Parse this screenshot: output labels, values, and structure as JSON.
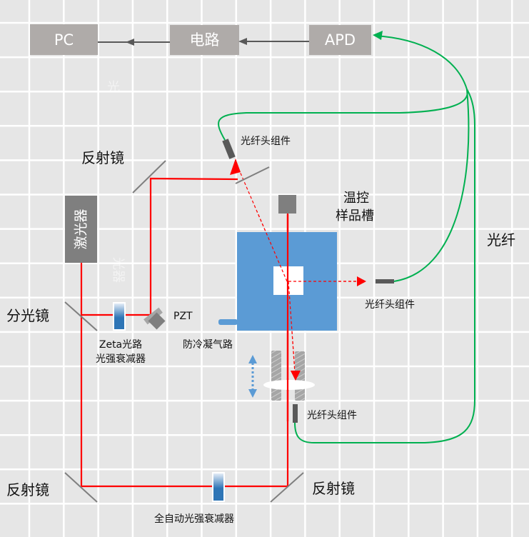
{
  "colors": {
    "background": "#e6e6e6",
    "grid": "#ffffff",
    "box_gray": "#afaba9",
    "laser_box": "#7f7f7f",
    "beam": "#ff0000",
    "fiber": "#00b050",
    "sample_holder": "#5b9bd5",
    "mirror": "#7f7f7f",
    "arrow_gray": "#595959",
    "fiber_head": "#595959",
    "attenuator_top": "#dde8f5",
    "attenuator_bottom": "#2e75b6"
  },
  "signal_chain": {
    "pc": "PC",
    "circuit": "电路",
    "apd": "APD"
  },
  "components": {
    "laser": "激光器",
    "beam_splitter": "分光镜",
    "mirror_top": "反射镜",
    "mirror_bottom_left": "反射镜",
    "mirror_bottom_right": "反射镜",
    "zeta_attenuator_line1": "Zeta光路",
    "zeta_attenuator_line2": "光强衰减器",
    "pzt": "PZT",
    "anti_condensation": "防冷凝气路",
    "sample_cell_line1": "温控",
    "sample_cell_line2": "样品槽",
    "fiber_head_top": "光纤头组件",
    "fiber_head_right": "光纤头组件",
    "fiber_head_bottom": "光纤头组件",
    "fiber": "光纤",
    "auto_attenuator": "全自动光强衰减器"
  },
  "watermarks": {
    "w1": "光",
    "w2": "光器"
  }
}
